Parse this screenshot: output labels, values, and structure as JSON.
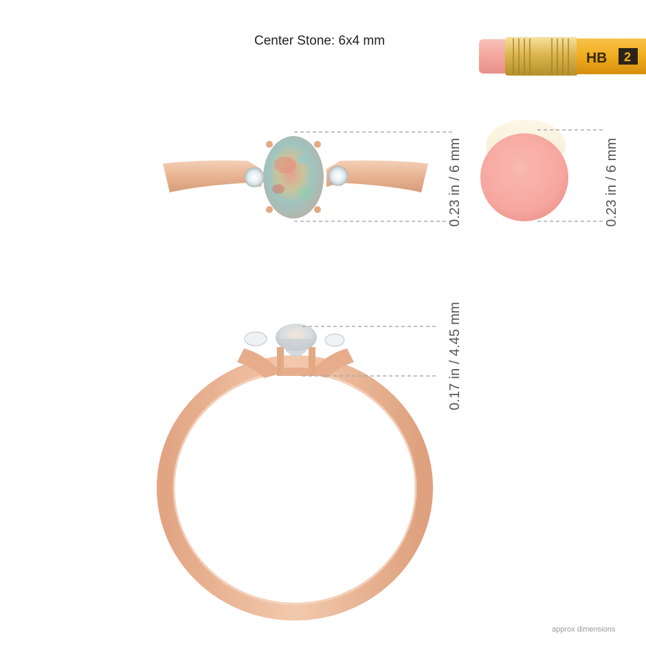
{
  "title": "Center Stone: 6x4 mm",
  "dimensions": {
    "top_view_height": "0.23 in / 6 mm",
    "eraser_height": "0.23 in / 6 mm",
    "side_view_height": "0.17 in / 4.45 mm"
  },
  "pencil": {
    "grade": "HB",
    "number": "2"
  },
  "footnote": "approx dimensions",
  "colors": {
    "metal": "#eab899",
    "metal_dark": "#cf9775",
    "eraser": "#f7aaa4",
    "pencil_body": "#f0b021",
    "ferrule": "#e2c15a",
    "dimension_line": "#aaaaaa"
  }
}
